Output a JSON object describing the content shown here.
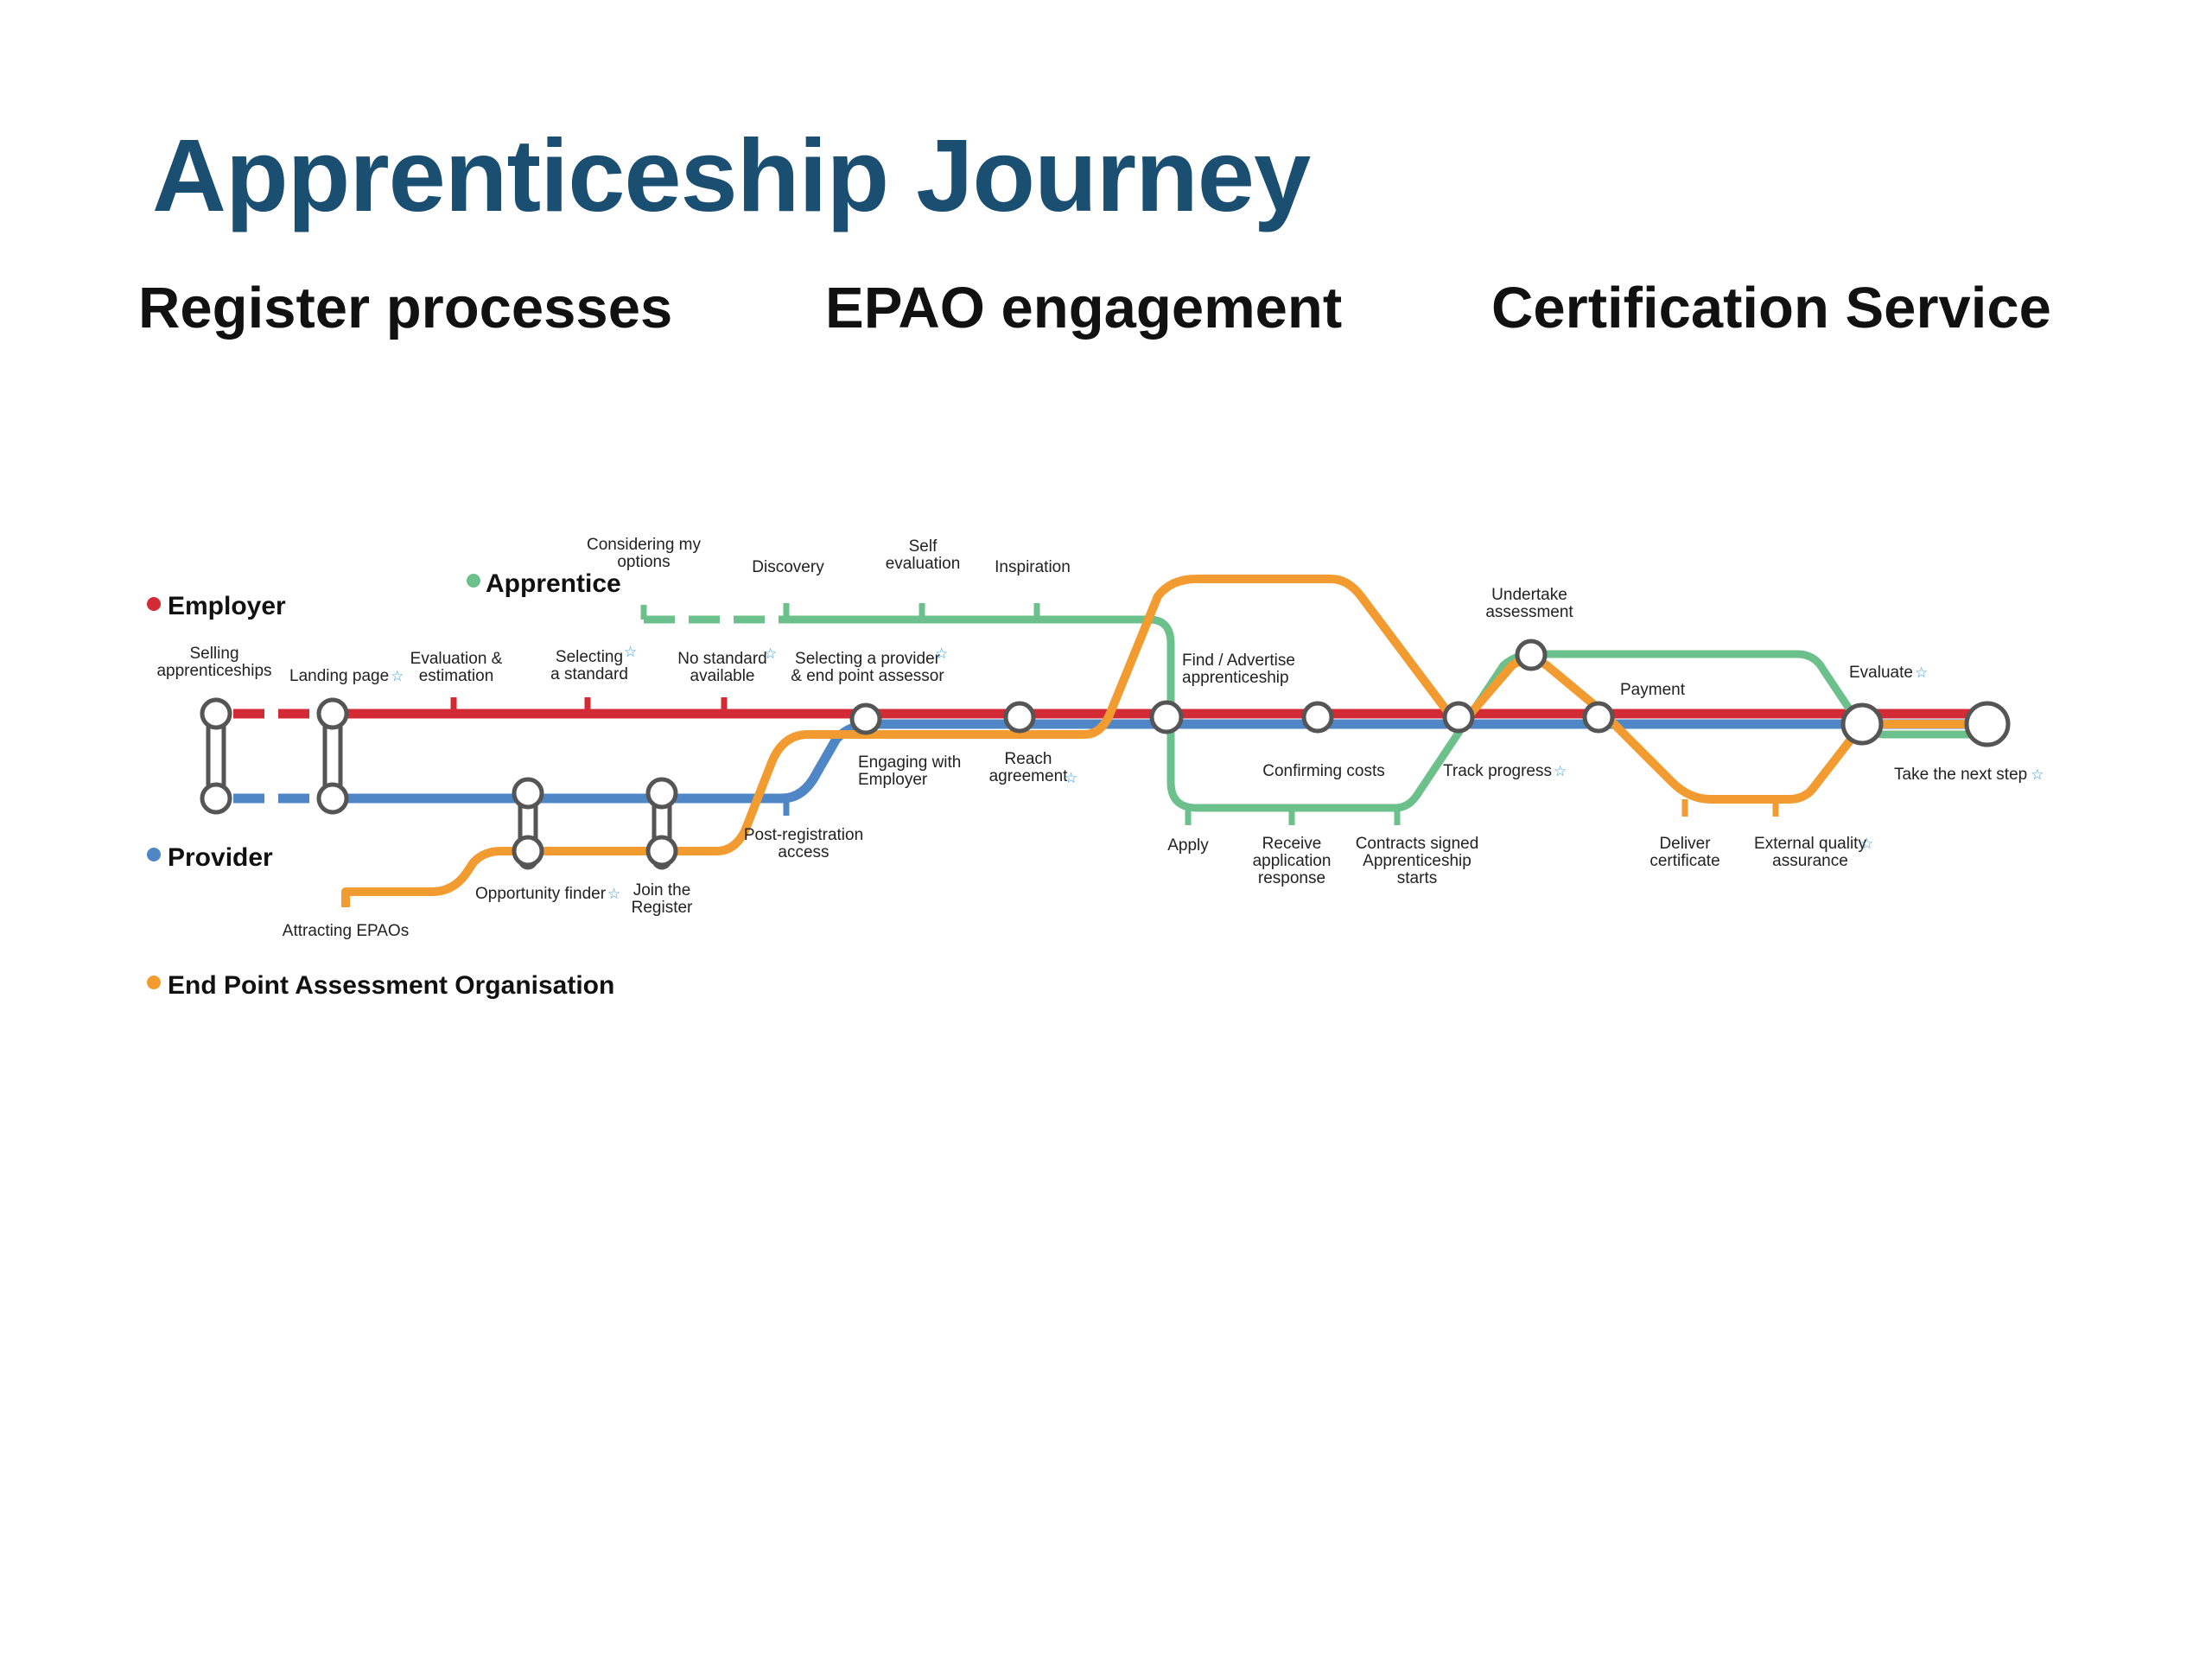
{
  "title": "Apprenticeship Journey",
  "sections": [
    "Register processes",
    "EPAO engagement",
    "Certification Service"
  ],
  "colors": {
    "title": "#1b4f72",
    "employer": "#d42a36",
    "provider": "#4f86c6",
    "apprentice": "#6cc08b",
    "epao": "#f29b30",
    "star": "#3a9ad9"
  },
  "legend": {
    "employer": "Employer",
    "apprentice": "Apprentice",
    "provider": "Provider",
    "epao": "End Point Assessment Organisation"
  },
  "stops": {
    "selling": [
      "Selling",
      "apprenticeships"
    ],
    "landing": [
      "Landing page"
    ],
    "evaluation": [
      "Evaluation &",
      "estimation"
    ],
    "selecting_standard": [
      "Selecting",
      "a standard"
    ],
    "no_standard": [
      "No standard",
      "available"
    ],
    "selecting_provider": [
      "Selecting a provider",
      "& end point assessor"
    ],
    "considering": [
      "Considering my",
      "options"
    ],
    "discovery": [
      "Discovery"
    ],
    "self_eval": [
      "Self",
      "evaluation"
    ],
    "inspiration": [
      "Inspiration"
    ],
    "find_advertise": [
      "Find / Advertise",
      "apprenticeship"
    ],
    "undertake": [
      "Undertake",
      "assessment"
    ],
    "payment": [
      "Payment"
    ],
    "evaluate": [
      "Evaluate"
    ],
    "engaging": [
      "Engaging with",
      "Employer"
    ],
    "reach": [
      "Reach",
      "agreement"
    ],
    "confirming": [
      "Confirming costs"
    ],
    "track": [
      "Track progress"
    ],
    "next_step": [
      "Take the next step"
    ],
    "post_reg": [
      "Post-registration",
      "access"
    ],
    "apply": [
      "Apply"
    ],
    "receive": [
      "Receive",
      "application",
      "response"
    ],
    "contracts": [
      "Contracts signed",
      "Apprenticeship",
      "starts"
    ],
    "deliver": [
      "Deliver",
      "certificate"
    ],
    "external": [
      "External quality",
      "assurance"
    ],
    "opportunity": [
      "Opportunity finder"
    ],
    "join": [
      "Join the",
      "Register"
    ],
    "attracting": [
      "Attracting EPAOs"
    ]
  }
}
